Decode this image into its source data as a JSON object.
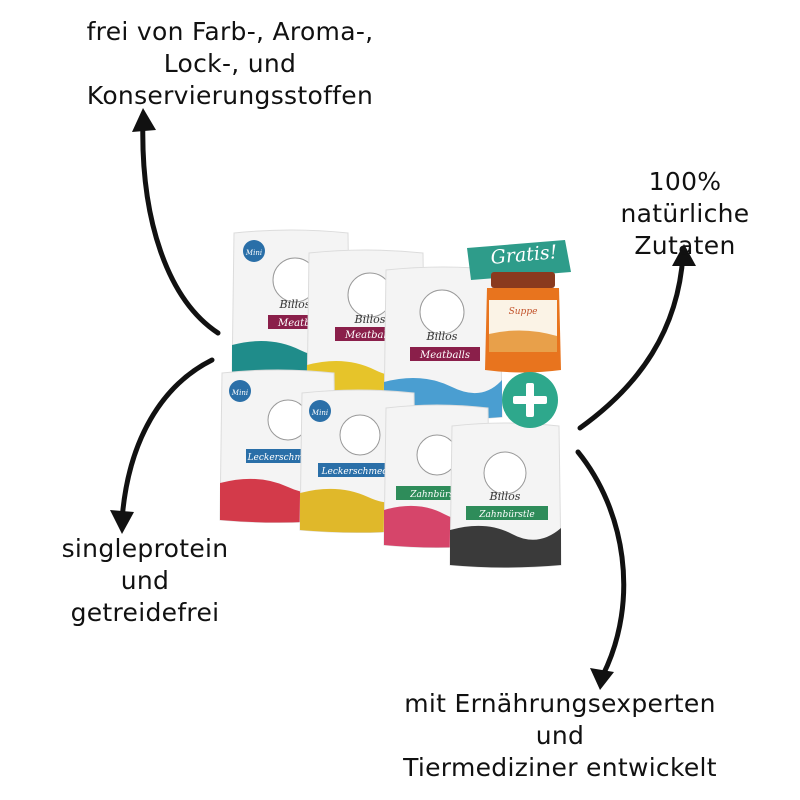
{
  "claims": {
    "top_left": [
      "frei von Farb-, Aroma-,",
      "Lock-, und",
      "Konservierungsstoffen"
    ],
    "top_right": [
      "100%",
      "natürliche",
      "Zutaten"
    ],
    "bottom_left": [
      "singleprotein",
      "und",
      "getreidefrei"
    ],
    "bottom_right": [
      "mit Ernährungsexperten",
      "und",
      "Tiermediziner entwickelt"
    ]
  },
  "products": {
    "brand": "Billos",
    "badge": "Mini",
    "pouches": [
      {
        "name": "Meatballs",
        "accent": "#8a1f4a",
        "bottom": "#1f8c8a"
      },
      {
        "name": "Meatballs",
        "accent": "#8a1f4a",
        "bottom": "#e6c42a"
      },
      {
        "name": "Meatballs",
        "accent": "#8a1f4a",
        "bottom": "#4a9ed1"
      },
      {
        "name": "Leckerschmecker",
        "accent": "#2a6fa8",
        "bottom": "#d33a4a"
      },
      {
        "name": "Leckerschmecker",
        "accent": "#2a6fa8",
        "bottom": "#e0b82a"
      },
      {
        "name": "Zahnbürstle",
        "accent": "#2e8c5a",
        "bottom": "#d6456a"
      },
      {
        "name": "Zahnbürstle",
        "accent": "#2e8c5a",
        "bottom": "#3a3a3a"
      }
    ],
    "gift_label": "Gratis!",
    "jar_label": "Suppe",
    "gift_color": "#2e9c8a",
    "jar_color": "#e8741e",
    "plus_color": "#2ea88c"
  }
}
